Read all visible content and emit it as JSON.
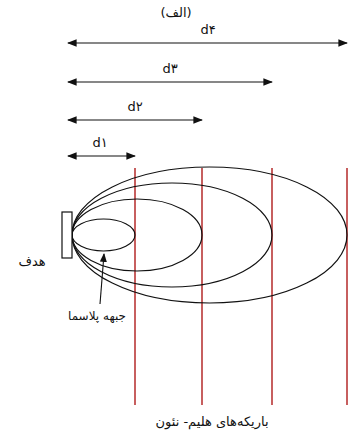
{
  "diagram": {
    "labels": [
      "(الف)",
      "d۴",
      "d۳",
      "d۲",
      "d۱",
      "هدف",
      "جبهه پلاسما",
      "باریکه‌های هلیم- نئون"
    ]
  }
}
